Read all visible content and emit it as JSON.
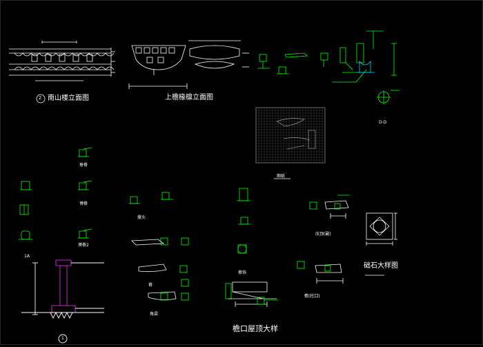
{
  "colors": {
    "background": "#000000",
    "line_white": "#ffffff",
    "line_green": "#00ff00",
    "line_magenta": "#cc33cc",
    "line_cyan": "#00d0ff",
    "grid_gray": "#888888"
  },
  "labels": {
    "elev1_title": "南山楼立面图",
    "elev1_circle": "Z",
    "elev2_title": "上檐椽檩立面图",
    "section_dd": "D-D",
    "plan_caption": "图纸",
    "detail_a": "垂脊",
    "detail_b": "博脊",
    "detail_c": "博脊2",
    "detail_d": "撑头",
    "detail_e": "脊",
    "detail_f": "角梁",
    "detail_g": "脊饰",
    "detail_h": "压顶(副)",
    "detail_i": "檐(柱口)",
    "stone_title": "础石大样图",
    "eave_title": "檐口屋顶大样",
    "section_circle": "1",
    "marker_a": "1A"
  }
}
